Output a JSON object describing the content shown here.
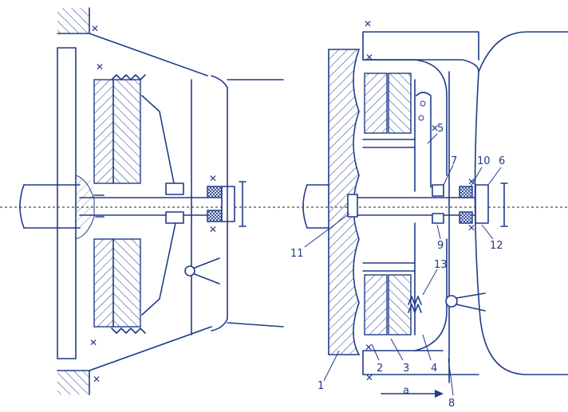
{
  "labels": {
    "l1": "1",
    "l2": "2",
    "l3": "3",
    "l4": "4",
    "l5": "5",
    "l6": "6",
    "l7": "7",
    "l8": "8",
    "l9": "9",
    "l10": "10",
    "l11": "11",
    "l12": "12",
    "l13": "13",
    "a": "a"
  },
  "colors": {
    "ink": "#1f3a8a",
    "paper": "#ffffff"
  }
}
